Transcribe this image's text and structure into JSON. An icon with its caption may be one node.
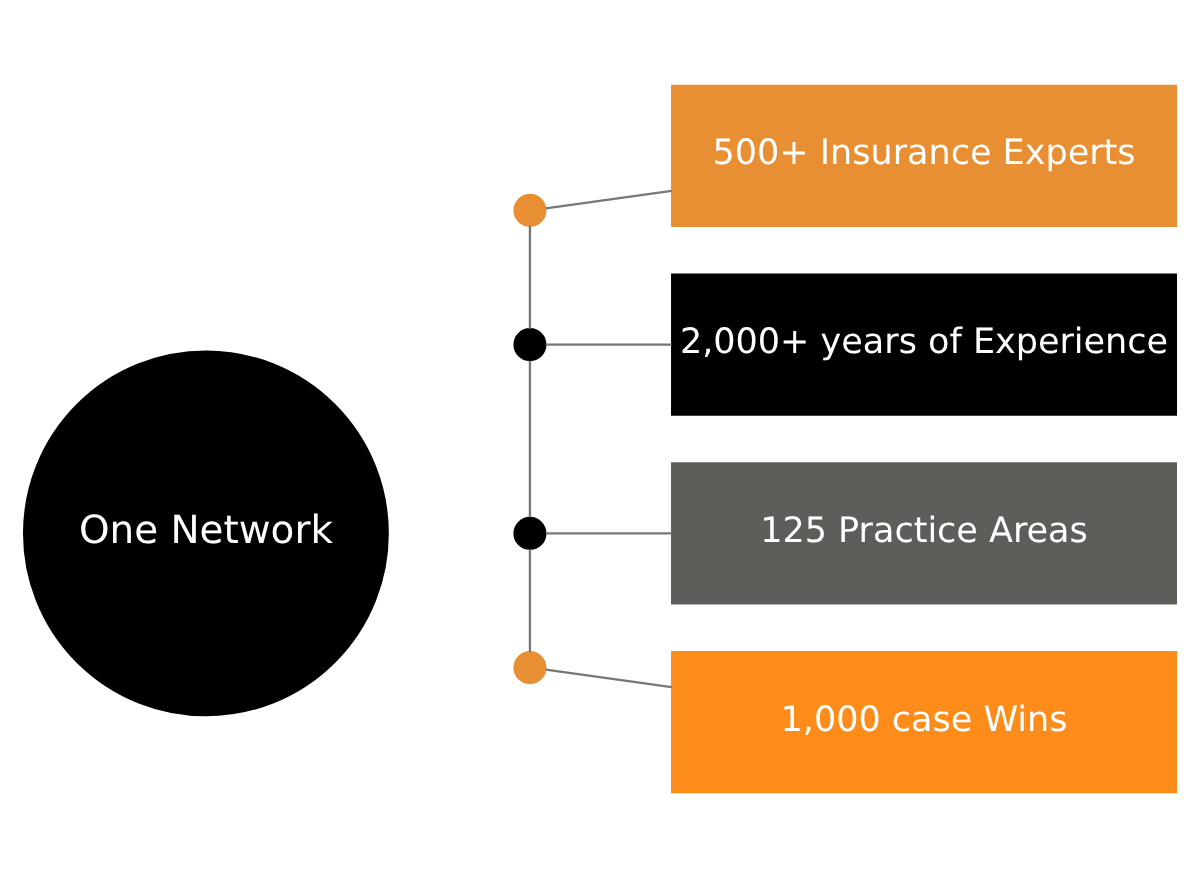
{
  "diagram": {
    "nodes": [
      {
        "text": [
          "One Network"
        ]
      },
      {
        "text": [],
        "shape": "circle"
      },
      {
        "text": [],
        "shape": "circle"
      },
      {
        "text": [],
        "shape": "circle"
      },
      {
        "text": [],
        "shape": "circle"
      },
      {
        "text": [
          "500+ Insurance Experts"
        ]
      },
      {
        "text": [
          "2,000+ years of Experience"
        ]
      },
      {
        "text": [
          "125 Practice Areas"
        ]
      },
      {
        "text": [
          "1,000 case Wins"
        ]
      }
    ],
    "edges": [
      {
        "from": 1,
        "to": 2,
        "arrow": "none"
      },
      {
        "from": 2,
        "to": 3,
        "arrow": "none"
      },
      {
        "from": 3,
        "to": 4,
        "arrow": "none"
      },
      {
        "from": 1,
        "to": 5,
        "arrow": "none"
      },
      {
        "from": 2,
        "to": 6,
        "arrow": "none"
      },
      {
        "from": 3,
        "to": 7,
        "arrow": "none"
      },
      {
        "from": 4,
        "to": 8,
        "arrow": "none"
      }
    ]
  }
}
